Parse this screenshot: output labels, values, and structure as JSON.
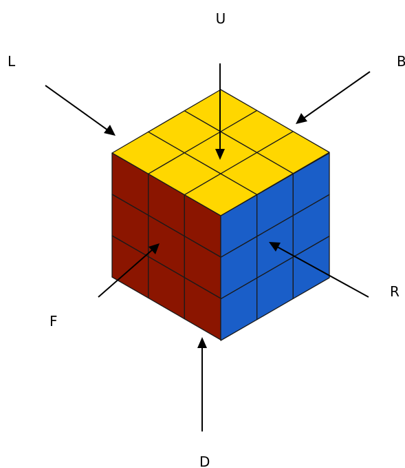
{
  "labels": {
    "up": "U",
    "left": "L",
    "back": "B",
    "front": "F",
    "right": "R",
    "down": "D"
  },
  "colors": {
    "up": "#FFD700",
    "front": "#8B1500",
    "right": "#1A5EC8",
    "line": "#1a1a1a",
    "arrow": "#000000"
  }
}
